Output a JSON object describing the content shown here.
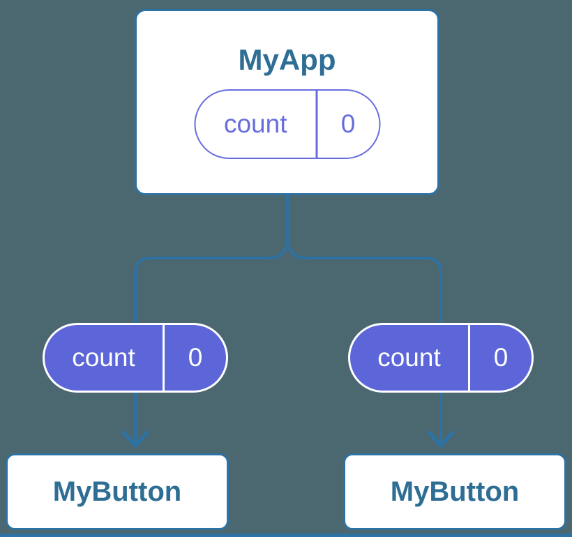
{
  "colors": {
    "background": "#4B6770",
    "connector": "#2E72A4",
    "box_fill": "#FFFFFF",
    "box_border": "#2E72A4",
    "heading_text": "#2E6E94",
    "pill_filled_background": "#5C66D9",
    "pill_filled_border": "#FFFFFF",
    "pill_filled_text": "#FFFFFF",
    "pill_outline_accent": "#666CDE"
  },
  "diagram": {
    "root": {
      "title": "MyApp",
      "state": {
        "name": "count",
        "value": "0"
      }
    },
    "children": [
      {
        "title": "MyButton",
        "state": {
          "name": "count",
          "value": "0"
        }
      },
      {
        "title": "MyButton",
        "state": {
          "name": "count",
          "value": "0"
        }
      }
    ]
  }
}
